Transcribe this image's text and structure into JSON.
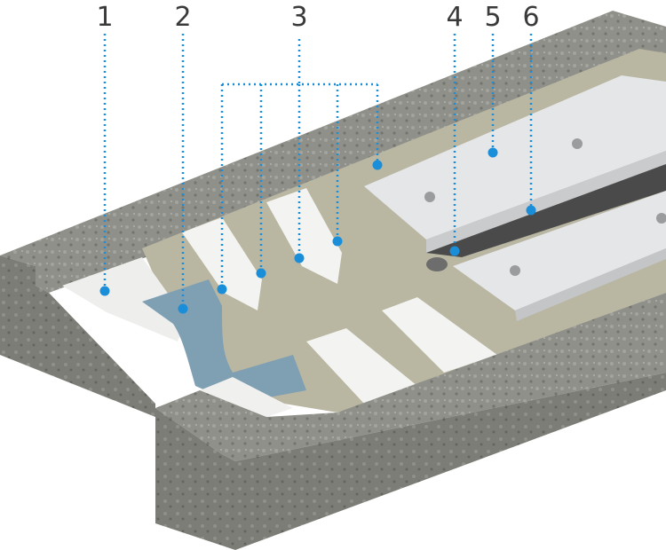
{
  "labels": [
    {
      "id": "1",
      "text": "1"
    },
    {
      "id": "2",
      "text": "2"
    },
    {
      "id": "3",
      "text": "3"
    },
    {
      "id": "4",
      "text": "4"
    },
    {
      "id": "5",
      "text": "5"
    },
    {
      "id": "6",
      "text": "6"
    }
  ],
  "colors": {
    "leader": "#1a8ed8",
    "concrete": "#8e8f88",
    "membrane": "#b9b6a2",
    "fleece": "#f2f2f0",
    "tape": "#7f9fb3",
    "plate": "#e4e6e8",
    "profile": "#4a4a4a"
  }
}
